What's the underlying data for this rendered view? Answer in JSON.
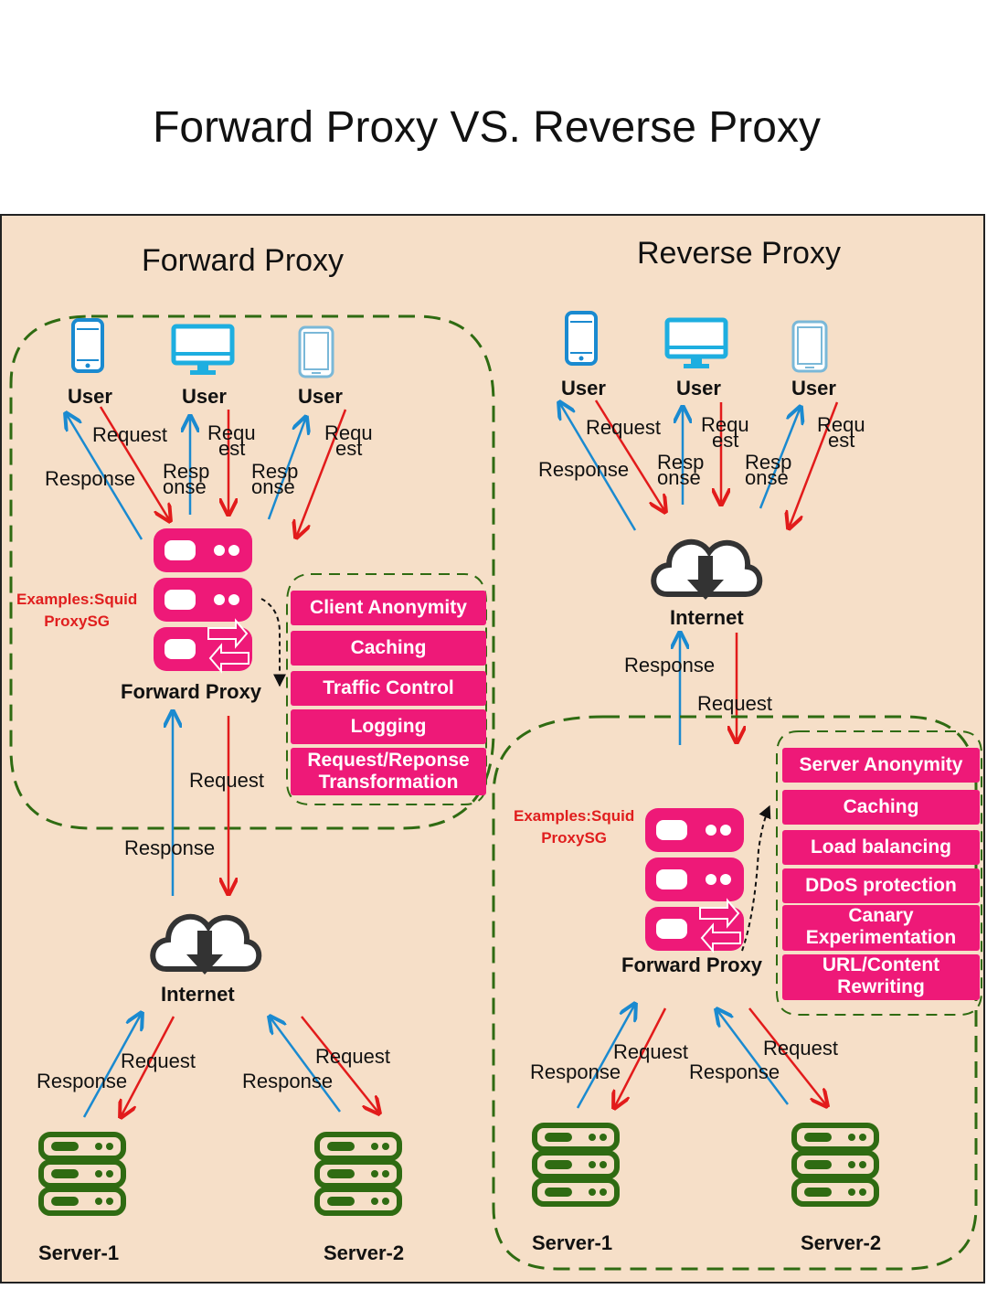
{
  "title": "Forward Proxy VS. Reverse Proxy",
  "colors": {
    "background": "#f6dfc8",
    "accent_pink": "#ee1978",
    "server_green": "#2f6b12",
    "request_red": "#e21b1b",
    "response_blue": "#1a8ad0",
    "dashed_border": "#2f6b12"
  },
  "forward": {
    "heading": "Forward Proxy",
    "users": [
      {
        "icon": "phone-icon",
        "label": "User"
      },
      {
        "icon": "monitor-icon",
        "label": "User"
      },
      {
        "icon": "tablet-icon",
        "label": "User"
      }
    ],
    "top_arrows": {
      "request": "Request",
      "response": "Response",
      "requ": "Requ",
      "est": "est",
      "resp": "Resp",
      "onse": "onse"
    },
    "examples": {
      "line1": "Examples:Squid",
      "line2": "ProxySG"
    },
    "proxy_label": "Forward Proxy",
    "features": [
      "Client Anonymity",
      "Caching",
      "Traffic Control",
      "Logging"
    ],
    "feature_last": {
      "line1": "Request/Reponse",
      "line2": "Transformation"
    },
    "middle": {
      "request": "Request",
      "response": "Response"
    },
    "internet_label": "Internet",
    "bottom": {
      "request_left": "Request",
      "response_left": "Response",
      "request_right": "Request",
      "response_right": "Response"
    },
    "servers": [
      "Server-1",
      "Server-2"
    ]
  },
  "reverse": {
    "heading": "Reverse Proxy",
    "users": [
      {
        "icon": "phone-icon",
        "label": "User"
      },
      {
        "icon": "monitor-icon",
        "label": "User"
      },
      {
        "icon": "tablet-icon",
        "label": "User"
      }
    ],
    "top_arrows": {
      "request": "Request",
      "response": "Response",
      "requ": "Requ",
      "est": "est",
      "resp": "Resp",
      "onse": "onse"
    },
    "internet_label": "Internet",
    "middle": {
      "request": "Request",
      "response": "Response"
    },
    "examples": {
      "line1": "Examples:Squid",
      "line2": "ProxySG"
    },
    "proxy_label": "Forward Proxy",
    "features": [
      "Server Anonymity",
      "Caching",
      "Load balancing",
      "DDoS protection"
    ],
    "feature_canary": {
      "line1": "Canary",
      "line2": "Experimentation"
    },
    "feature_url": {
      "line1": "URL/Content",
      "line2": "Rewriting"
    },
    "bottom": {
      "request_left": "Request",
      "response_left": "Response",
      "request_right": "Request",
      "response_right": "Response"
    },
    "servers": [
      "Server-1",
      "Server-2"
    ]
  }
}
